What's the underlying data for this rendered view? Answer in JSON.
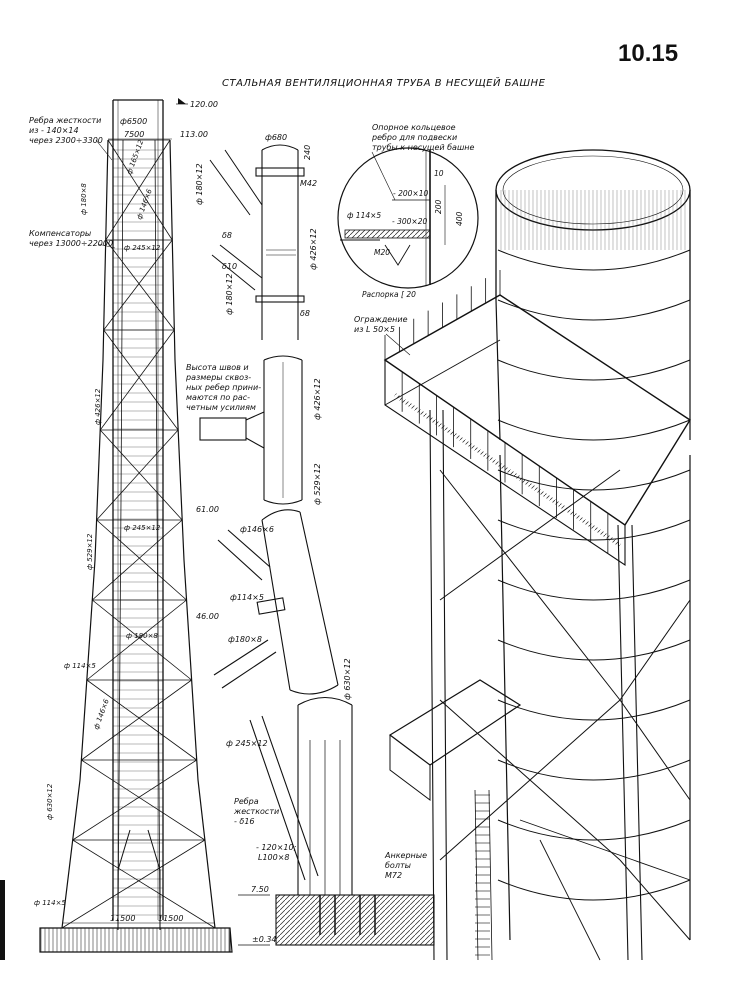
{
  "sheet": {
    "page_number": "10.15",
    "title": "СТАЛЬНАЯ ВЕНТИЛЯЦИОННАЯ ТРУБА В НЕСУЩЕЙ БАШНЕ"
  },
  "tower": {
    "elevations": [
      "120.00",
      "113.00",
      "61.00",
      "46.00",
      "7.50",
      "±0.34"
    ],
    "top_diameter": "ф6500",
    "top_width": "7500",
    "base_half_widths": [
      "11500",
      "11500"
    ],
    "stiffener_note": [
      "Ребра жесткости",
      "из - 140×14",
      "через 2300÷3300"
    ],
    "compensator_note": [
      "Компенсаторы",
      "через 13000÷22000"
    ],
    "pipe_labels": [
      "ф 165×12",
      "ф 146×6",
      "ф 180×8",
      "ф 245×12",
      "ф 426×12",
      "ф 529×12",
      "ф 630×12",
      "ф 114×5",
      "ф 146×6",
      "ф 245×12",
      "ф 114×5",
      "ф 180×8"
    ]
  },
  "details": {
    "top_node": [
      "ф680",
      "240",
      "M42",
      "ф 180×12",
      "δ8",
      "δ10",
      "ф 426×12",
      "ф 180×12",
      "δ8"
    ],
    "weld_note": [
      "Высота швов и",
      "размеры сквоз-",
      "ных ребер прини-",
      "маются по рас-",
      "четным усилиям"
    ],
    "mid_node": [
      "ф 426×12",
      "ф 529×12"
    ],
    "lower_node": [
      "ф146×6",
      "ф114×5",
      "ф180×8",
      "ф 630×12"
    ],
    "base_node": [
      "ф 245×12",
      "Ребра",
      "жесткости",
      "- δ16",
      "- 120×10;",
      "L100×8",
      "Анкерные",
      "болты",
      "M72"
    ]
  },
  "ring_detail": {
    "note": [
      "Опорное кольцевое",
      "ребро для подвески",
      "трубы к несущей башне"
    ],
    "labels": [
      "- 200×10",
      "10",
      "ф 114×5",
      "- 300×20",
      "200",
      "400",
      "M20",
      "Распорка [ 20"
    ]
  },
  "railing": {
    "note": [
      "Ограждение",
      "из L 50×5"
    ]
  }
}
